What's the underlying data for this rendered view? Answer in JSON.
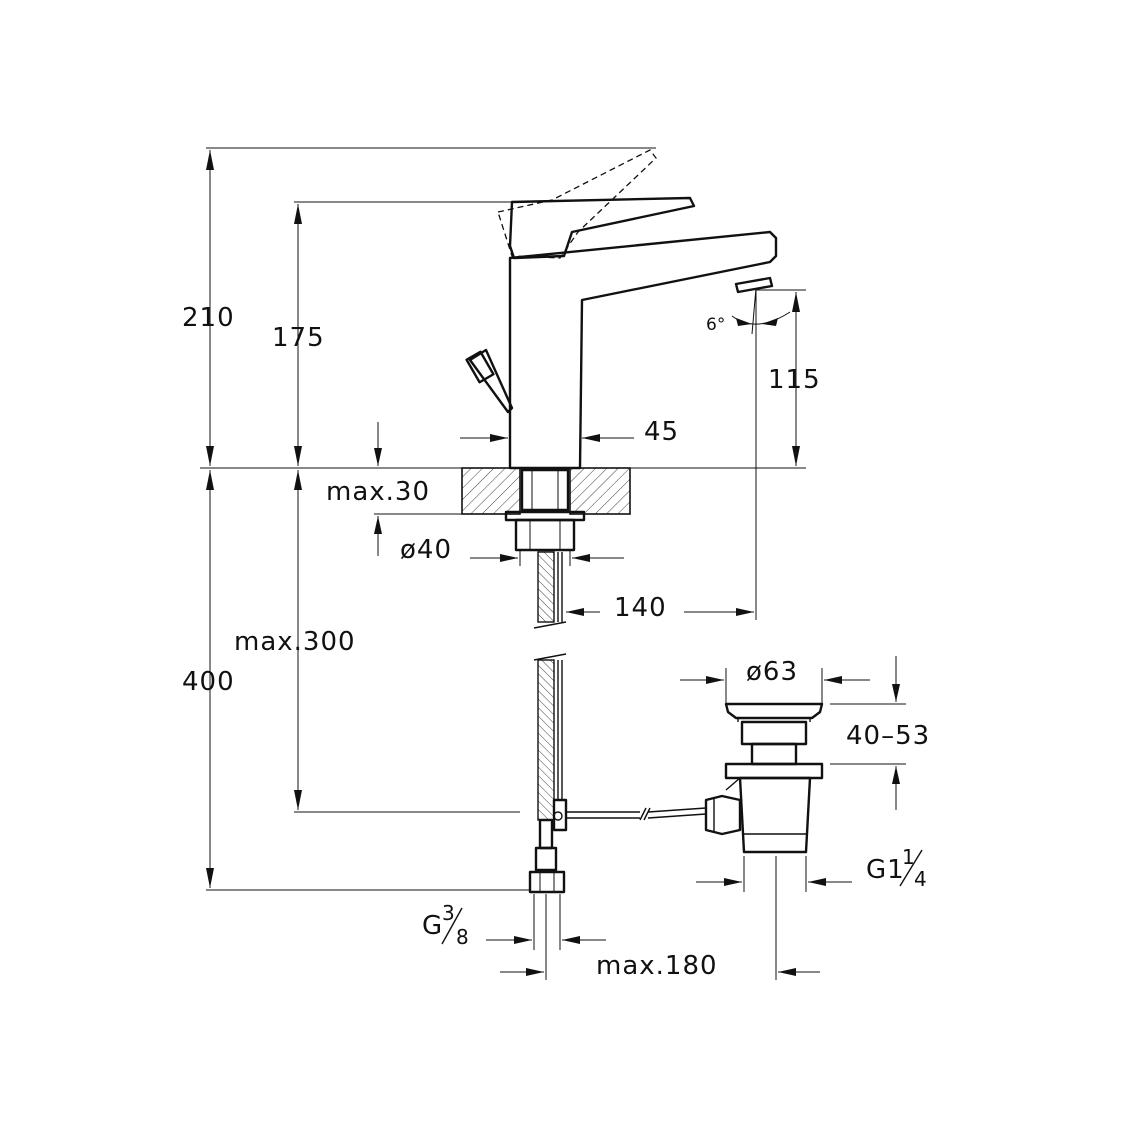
{
  "dimensions": {
    "overall_height": "210",
    "lever_height": "175",
    "spout_height": "115",
    "spout_angle": "6°",
    "body_width": "45",
    "max_counter_thickness": "max.30",
    "hole_diameter": "ø40",
    "spout_reach": "140",
    "max_hose_length": "max.300",
    "below_counter_length": "400",
    "waste_diameter": "ø63",
    "waste_range": "40–53",
    "waste_thread_main": "G1",
    "waste_thread_frac_num": "1",
    "waste_thread_frac_den": "4",
    "supply_thread_main": "G",
    "supply_thread_frac_num": "3",
    "supply_thread_frac_den": "8",
    "max_rod_distance": "max.180"
  }
}
